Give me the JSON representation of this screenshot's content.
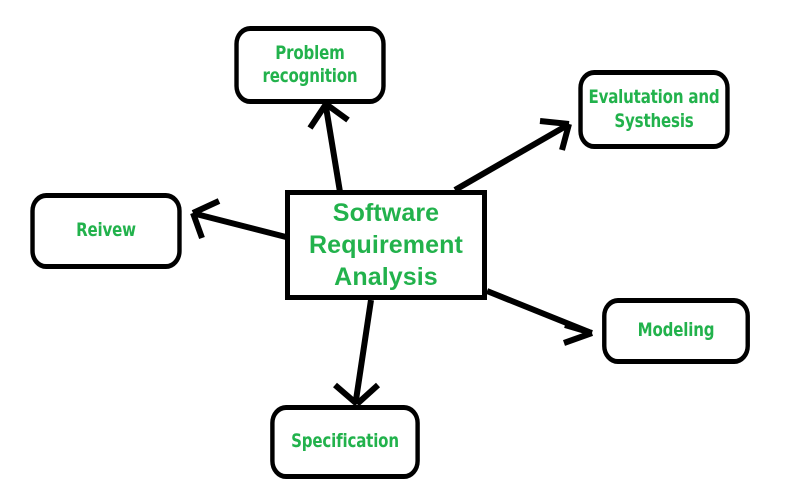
{
  "diagram": {
    "title": "Software Requirement Analysis",
    "type": "hub-and-spoke",
    "colors": {
      "text": "#22b24c",
      "stroke": "#000000",
      "background": "#ffffff"
    },
    "hub": {
      "id": "software-requirement-analysis",
      "label_line1": "Software",
      "label_line2": "Requirement",
      "label_line3": "Analysis"
    },
    "nodes": [
      {
        "id": "problem-recognition",
        "label_line1": "Problem",
        "label_line2": "recognition"
      },
      {
        "id": "evaluation-and-synthesis",
        "label_line1": "Evalutation and",
        "label_line2": "Systhesis"
      },
      {
        "id": "review",
        "label_line1": "Reivew",
        "label_line2": ""
      },
      {
        "id": "modeling",
        "label_line1": "Modeling",
        "label_line2": ""
      },
      {
        "id": "specification",
        "label_line1": "Specification",
        "label_line2": ""
      }
    ],
    "connections": [
      {
        "from": "software-requirement-analysis",
        "to": "problem-recognition"
      },
      {
        "from": "software-requirement-analysis",
        "to": "evaluation-and-synthesis"
      },
      {
        "from": "software-requirement-analysis",
        "to": "review"
      },
      {
        "from": "software-requirement-analysis",
        "to": "modeling"
      },
      {
        "from": "software-requirement-analysis",
        "to": "specification"
      }
    ]
  }
}
